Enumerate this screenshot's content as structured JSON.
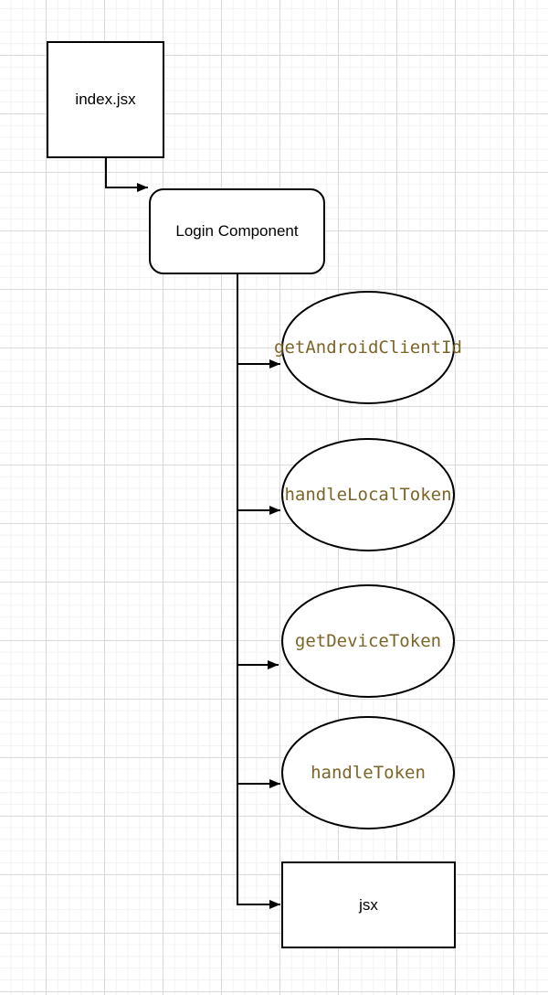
{
  "nodes": {
    "index": {
      "label": "index.jsx",
      "shape": "square"
    },
    "login": {
      "label": "Login Component",
      "shape": "rounded-rect"
    },
    "get_android_client_id": {
      "label": "getAndroidClientId",
      "shape": "ellipse"
    },
    "handle_local_token": {
      "label": "handleLocalToken",
      "shape": "ellipse"
    },
    "get_device_token": {
      "label": "getDeviceToken",
      "shape": "ellipse"
    },
    "handle_token": {
      "label": "handleToken",
      "shape": "ellipse"
    },
    "jsx": {
      "label": "jsx",
      "shape": "rect"
    }
  },
  "edges": [
    {
      "from": "index.jsx",
      "to": "Login Component"
    },
    {
      "from": "Login Component",
      "to": "getAndroidClientId"
    },
    {
      "from": "Login Component",
      "to": "handleLocalToken"
    },
    {
      "from": "Login Component",
      "to": "getDeviceToken"
    },
    {
      "from": "Login Component",
      "to": "handleToken"
    },
    {
      "from": "Login Component",
      "to": "jsx"
    }
  ],
  "colors": {
    "shape_border": "#000000",
    "shape_fill": "#ffffff",
    "connector": "#000000",
    "component_label": "#000000",
    "function_label": "#7c6528",
    "grid_minor": "#f2f2f2",
    "grid_major": "#d9d9d9"
  }
}
